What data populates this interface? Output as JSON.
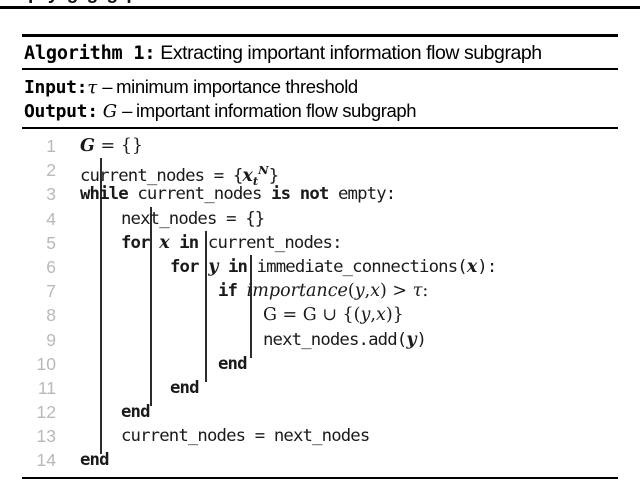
{
  "page": {
    "truncated_header_remnant": "partially cut text",
    "background": "#ffffff",
    "rule_color": "#000000",
    "lineno_color": "#b9b9b9"
  },
  "algorithm": {
    "label": "Algorithm 1:",
    "title": "Extracting important information flow subgraph",
    "io": [
      {
        "key": "Input:",
        "symbol": "τ",
        "dash": "–",
        "description": "minimum importance threshold"
      },
      {
        "key": "Output:",
        "symbol": "G",
        "dash": "–",
        "description": "important information flow subgraph"
      }
    ],
    "lines": [
      {
        "no": "1",
        "text": "G = {}"
      },
      {
        "no": "2",
        "text": "current_nodes = {x_t^N}"
      },
      {
        "no": "3",
        "text": "while current_nodes is not empty:"
      },
      {
        "no": "4",
        "text": "next_nodes = {}"
      },
      {
        "no": "5",
        "text": "for x in current_nodes:"
      },
      {
        "no": "6",
        "text": "for y in immediate_connections(x):"
      },
      {
        "no": "7",
        "text": "if importance(y,x) > τ:"
      },
      {
        "no": "8",
        "text": "G = G ∪ {(y,x)}"
      },
      {
        "no": "9",
        "text": "next_nodes.add(y)"
      },
      {
        "no": "10",
        "text": "end"
      },
      {
        "no": "11",
        "text": "end"
      },
      {
        "no": "12",
        "text": "end"
      },
      {
        "no": "13",
        "text": "current_nodes = next_nodes"
      },
      {
        "no": "14",
        "text": "end"
      }
    ]
  }
}
